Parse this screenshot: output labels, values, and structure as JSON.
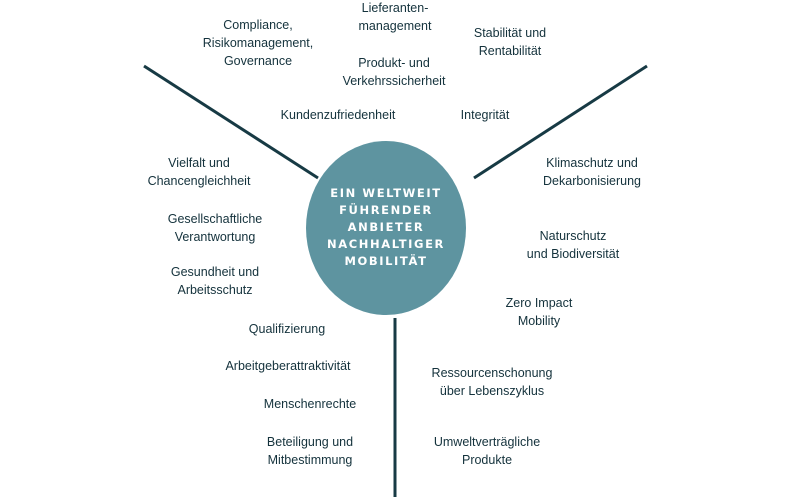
{
  "colors": {
    "circle": "#5e94a0",
    "lines": "#173a44",
    "text": "#14323c",
    "center_text": "#ffffff"
  },
  "center": {
    "text": "EIN WELTWEIT\nFÜHRENDER\nANBIETER\nNACHHALTIGER\nMOBILITÄT"
  },
  "labels": {
    "compliance": "Compliance,\nRisikomanagement,\nGovernance",
    "lieferanten": "Lieferanten-\nmanagement",
    "stabilitaet": "Stabilität und\nRentabilität",
    "produktsicherheit": "Produkt- und\nVerkehrssicherheit",
    "kundenzufriedenheit": "Kundenzufriedenheit",
    "integritaet": "Integrität",
    "vielfalt": "Vielfalt und\nChancengleichheit",
    "gesellschaft": "Gesellschaftliche\nVerantwortung",
    "gesundheit": "Gesundheit und\nArbeitsschutz",
    "qualifizierung": "Qualifizierung",
    "arbeitgeber": "Arbeitgeberattraktivität",
    "menschenrechte": "Menschenrechte",
    "beteiligung": "Beteiligung und\nMitbestimmung",
    "klimaschutz": "Klimaschutz und\nDekarbonisierung",
    "naturschutz": "Naturschutz\nund Biodiversität",
    "zeroimpact": "Zero Impact\nMobility",
    "ressourcen": "Ressourcenschonung\nüber Lebenszyklus",
    "umwelt": "Umweltverträgliche\nProdukte"
  }
}
